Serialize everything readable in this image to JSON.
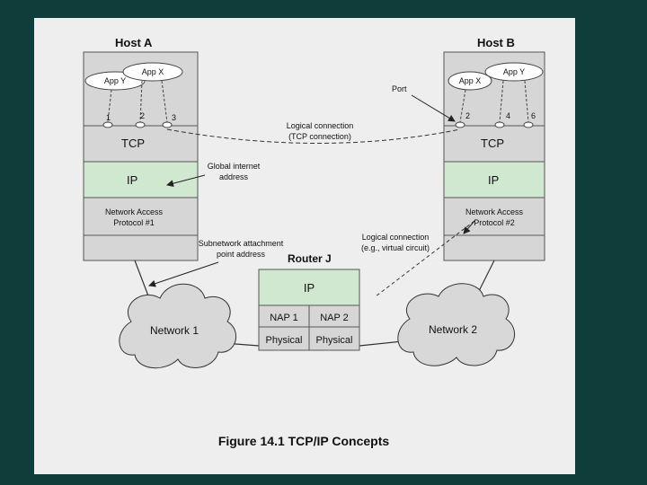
{
  "caption": "Figure 14.1 TCP/IP Concepts",
  "host_a": {
    "title": "Host A",
    "app_x": "App X",
    "app_y": "App Y",
    "ports": [
      "1",
      "2",
      "3"
    ],
    "tcp": "TCP",
    "ip": "IP",
    "nap": [
      "Network Access",
      "Protocol #1"
    ]
  },
  "host_b": {
    "title": "Host B",
    "app_x": "App X",
    "app_y": "App Y",
    "ports": [
      "2",
      "4",
      "6"
    ],
    "tcp": "TCP",
    "ip": "IP",
    "nap": [
      "Network Access",
      "Protocol #2"
    ]
  },
  "labels": {
    "port": "Port",
    "logical_tcp": [
      "Logical connection",
      "(TCP connection)"
    ],
    "global_addr": [
      "Global internet",
      "address"
    ],
    "subnet_addr": [
      "Subnetwork attachment",
      "point address"
    ],
    "logical_vc": [
      "Logical connection",
      "(e.g., virtual circuit)"
    ]
  },
  "router": {
    "title": "Router J",
    "ip": "IP",
    "nap1": "NAP 1",
    "nap2": "NAP 2",
    "phys1": "Physical",
    "phys2": "Physical"
  },
  "networks": {
    "net1": "Network 1",
    "net2": "Network 2"
  },
  "colors": {
    "background": "#0f3d3a",
    "slide": "#eeeeee",
    "layer_gray": "#d6d6d6",
    "ip_green": "#cfe8cf",
    "cloud": "#d8d8d8"
  }
}
